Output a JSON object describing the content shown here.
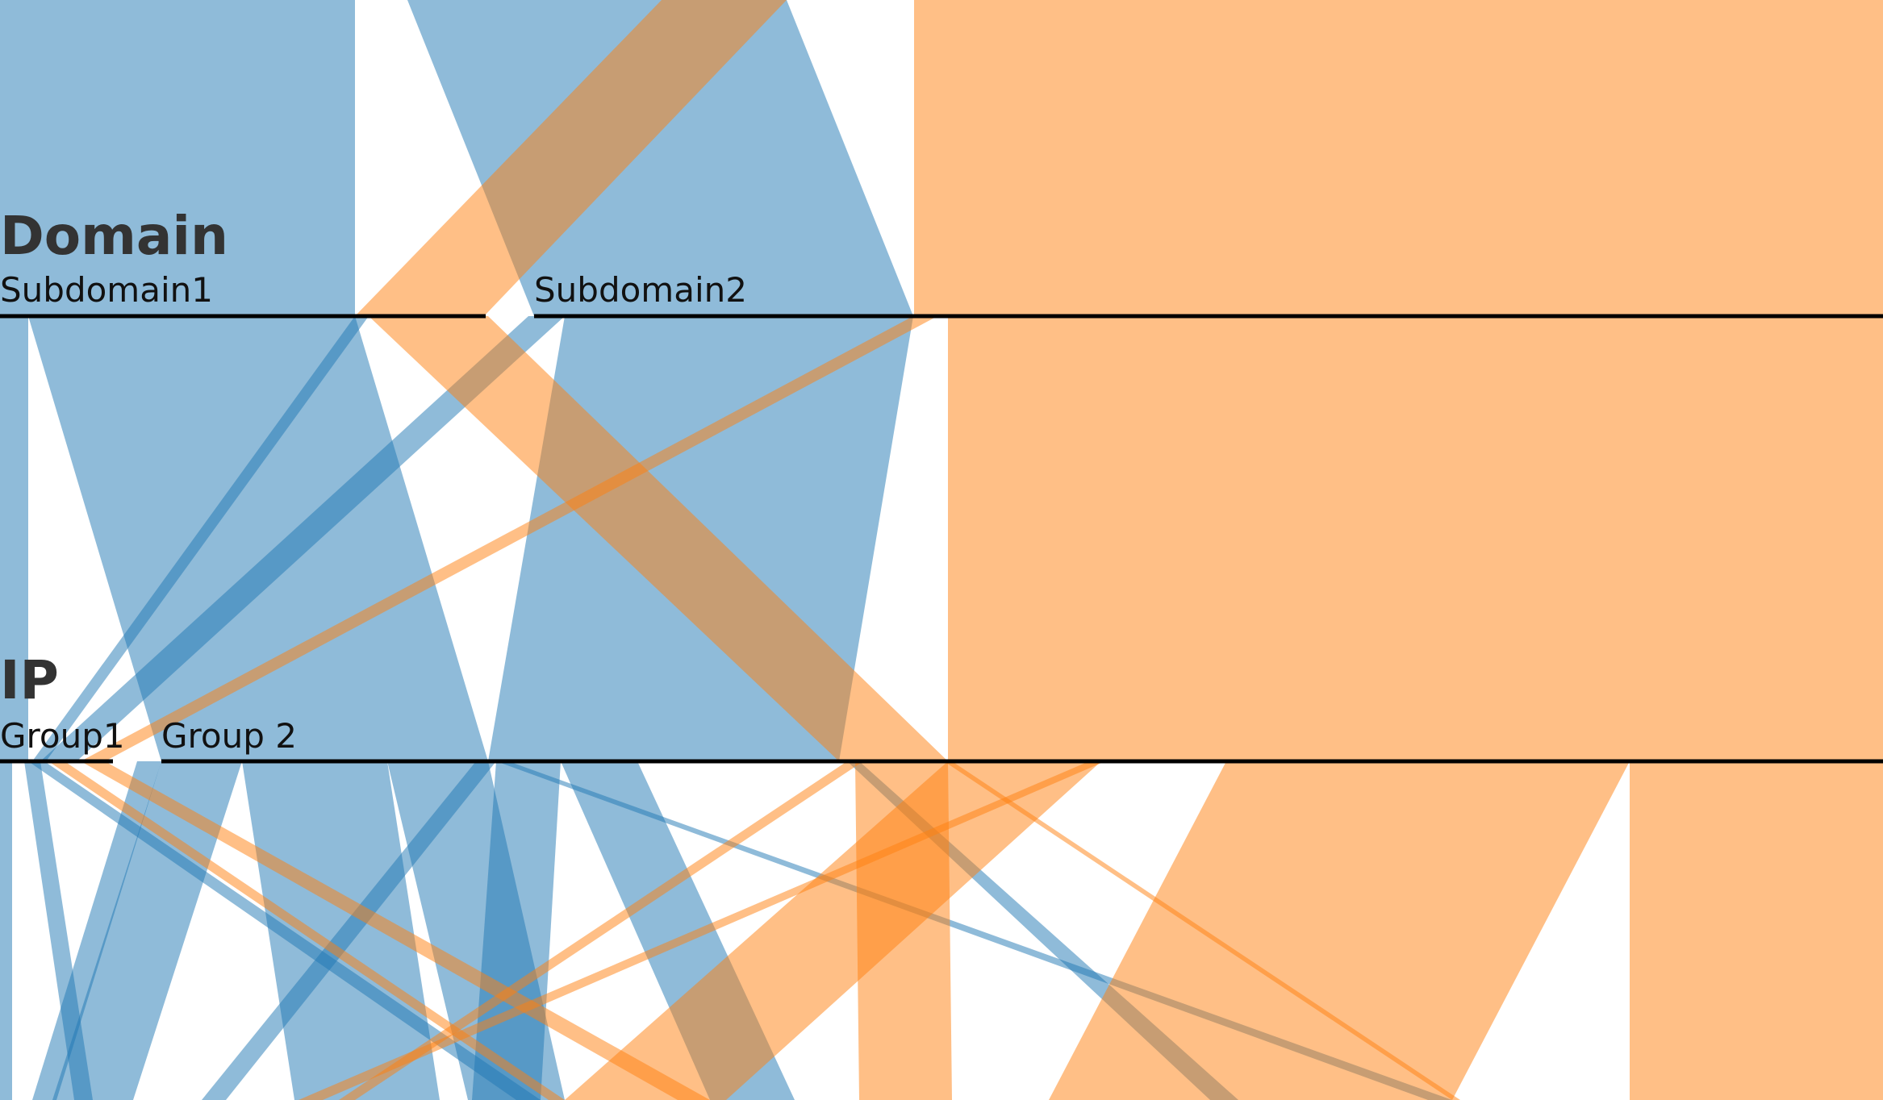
{
  "colors": {
    "series_a": "#1f77b4",
    "series_b": "#ff7f0e",
    "ribbon_opacity": 0.5,
    "axis": "#000000",
    "title_text": "#333333"
  },
  "chart_data": {
    "type": "parallel-sets",
    "dimensions": [
      {
        "title": "Domain",
        "categories": [
          "Subdomain1",
          "Subdomain2"
        ]
      },
      {
        "title": "IP",
        "categories": [
          "Group1",
          "Group 2"
        ]
      }
    ],
    "series_colors": [
      "#1f77b4",
      "#ff7f0e"
    ]
  }
}
